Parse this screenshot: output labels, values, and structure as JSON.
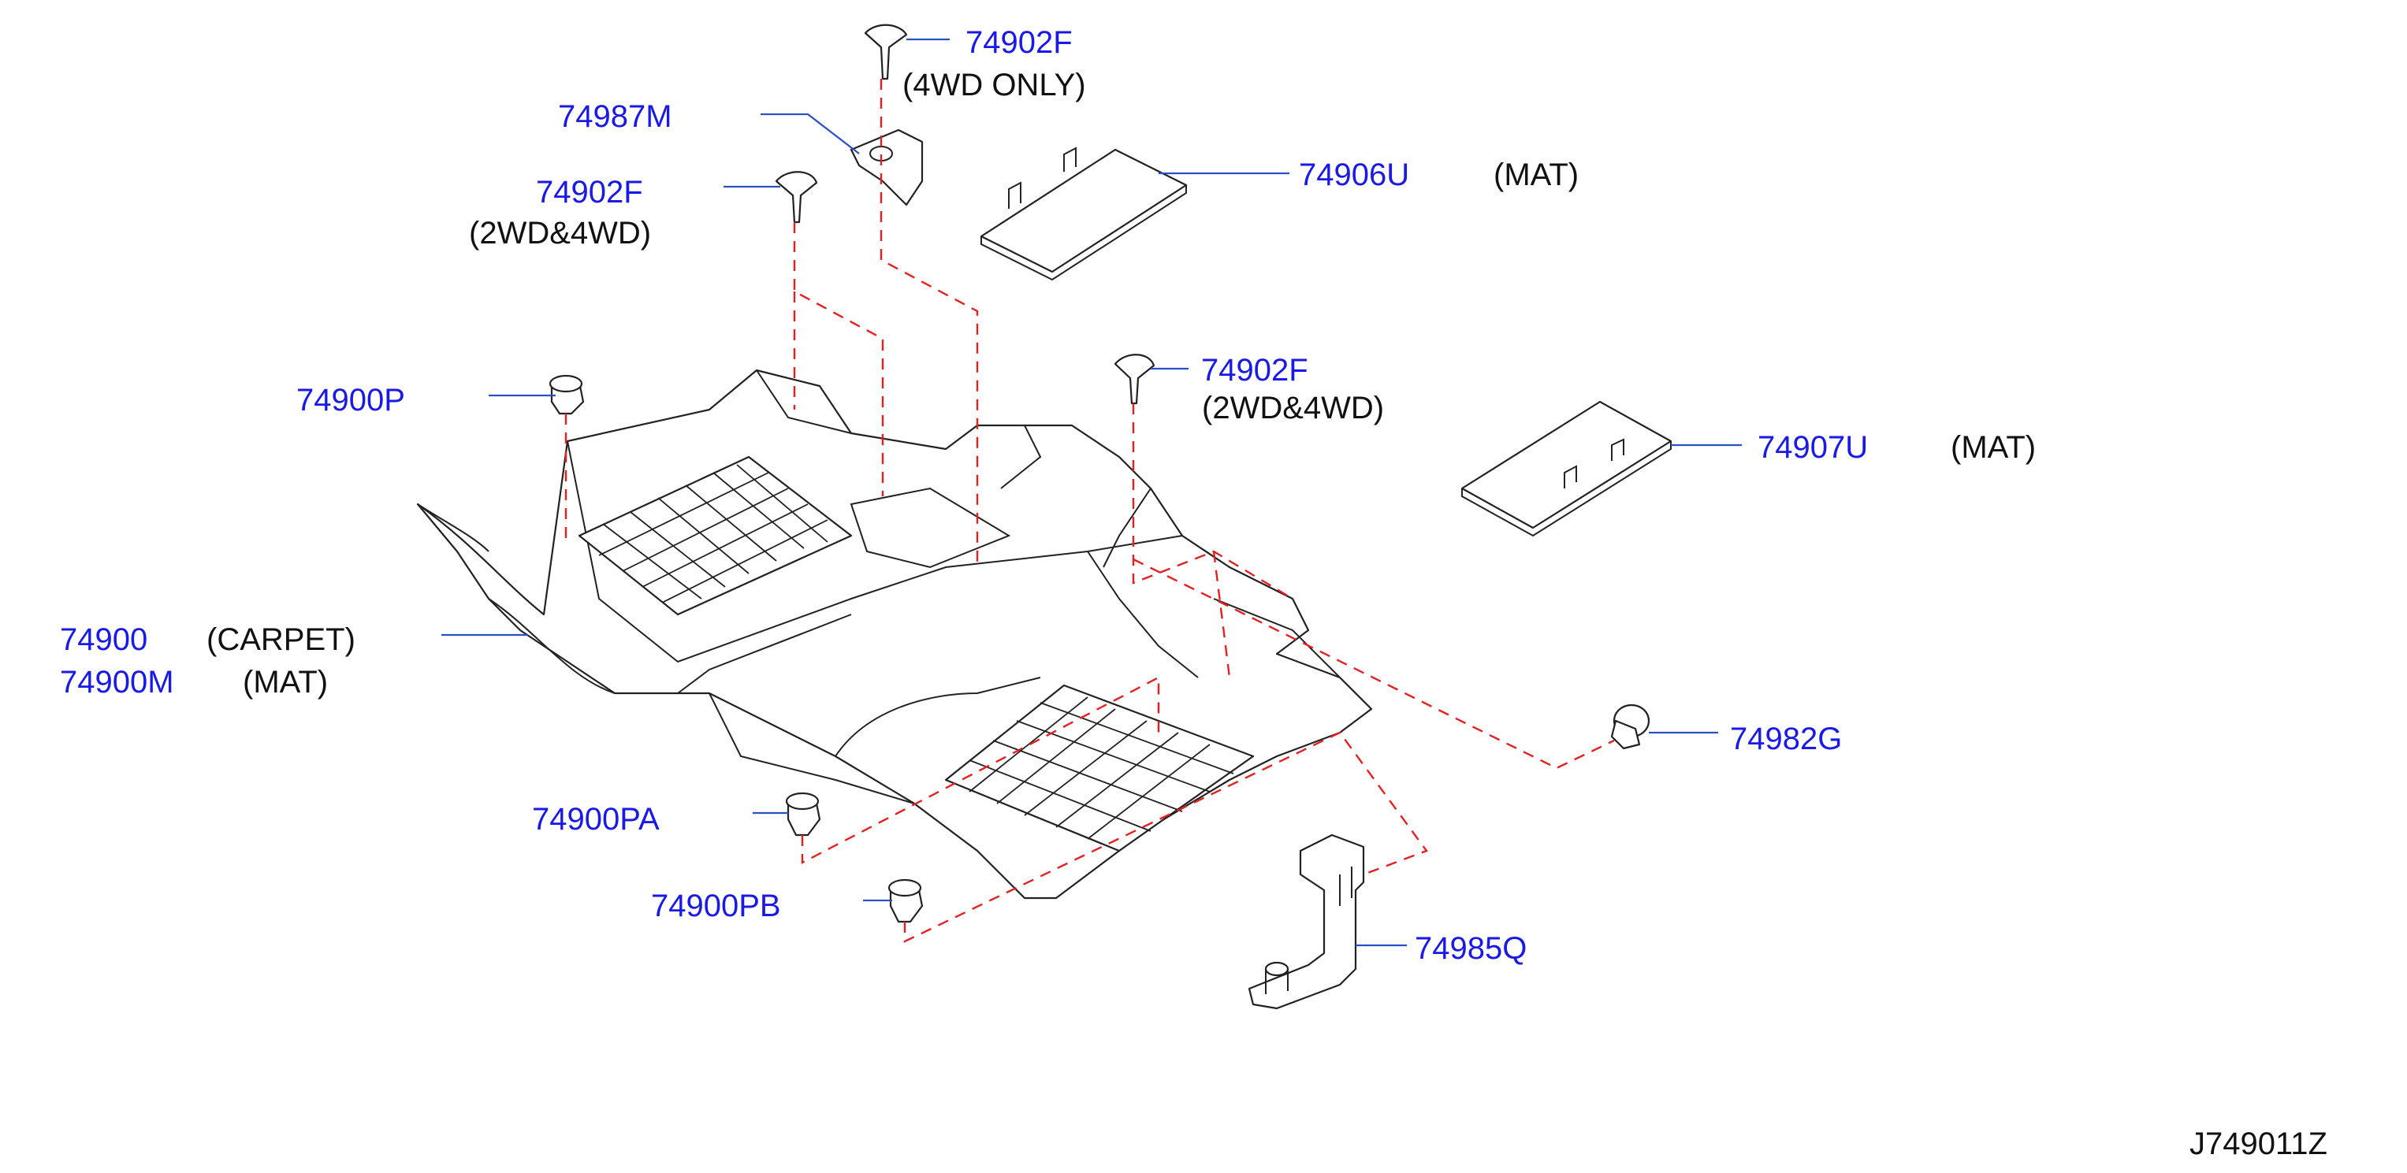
{
  "colors": {
    "part_number": "#1a1ae6",
    "leader_line": "#2b4fc4",
    "dashed_guide": "#e22222",
    "outline": "#222222",
    "background": "#ffffff"
  },
  "callouts": [
    {
      "id": "c1",
      "part": "74902F",
      "note": "(4WD   ONLY)"
    },
    {
      "id": "c2",
      "part": "74987M",
      "note": ""
    },
    {
      "id": "c3",
      "part": "74902F",
      "note": "(2WD&4WD)"
    },
    {
      "id": "c4",
      "part": "74906U",
      "note": "(MAT)"
    },
    {
      "id": "c5",
      "part": "74900P",
      "note": ""
    },
    {
      "id": "c6",
      "part": "74902F",
      "note": "(2WD&4WD)"
    },
    {
      "id": "c7",
      "part": "74907U",
      "note": "(MAT)"
    },
    {
      "id": "c8",
      "part": "74900",
      "note": "(CARPET)"
    },
    {
      "id": "c9",
      "part": "74900M",
      "note": "(MAT)"
    },
    {
      "id": "c10",
      "part": "74982G",
      "note": ""
    },
    {
      "id": "c11",
      "part": "74900PA",
      "note": ""
    },
    {
      "id": "c12",
      "part": "74900PB",
      "note": ""
    },
    {
      "id": "c13",
      "part": "74985Q",
      "note": ""
    }
  ],
  "diagram_code": "J749011Z"
}
